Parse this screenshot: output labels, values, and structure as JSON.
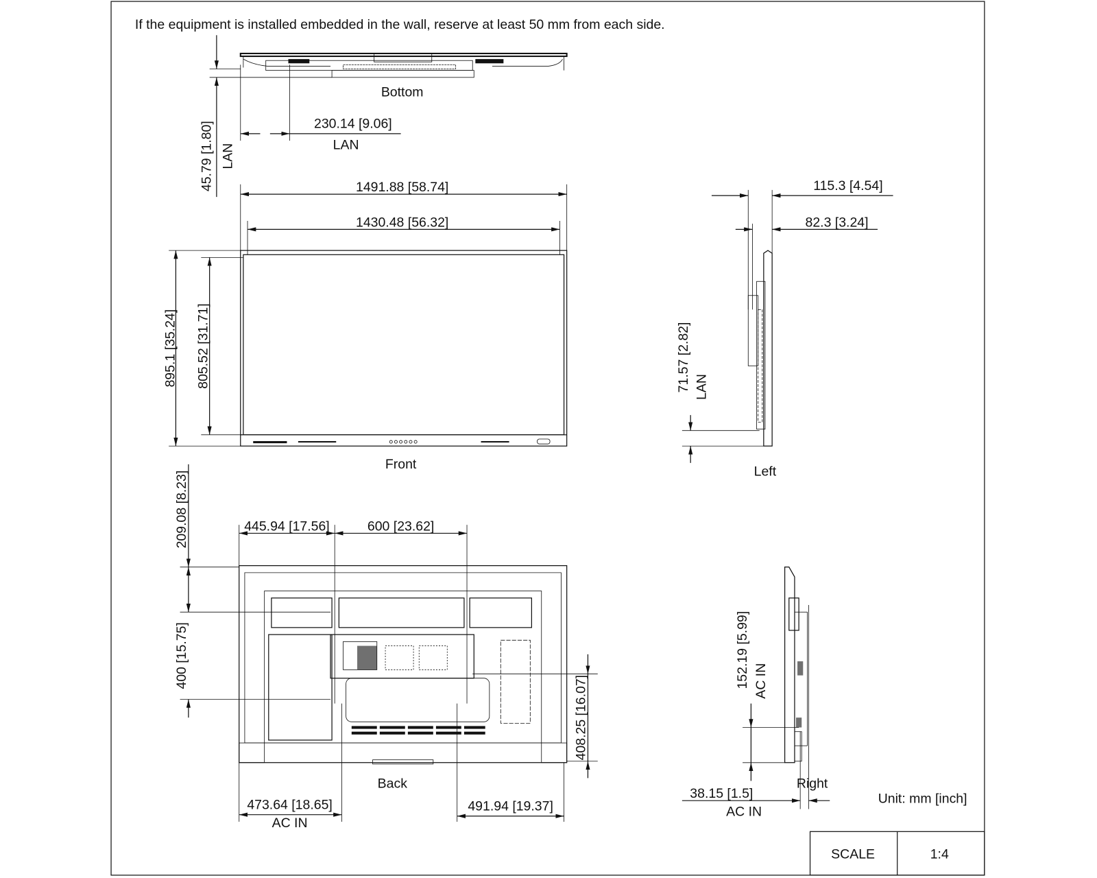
{
  "note": "If the equipment is installed embedded in the wall,  reserve at least 50 mm from each side.",
  "views": {
    "bottom": {
      "label": "Bottom",
      "dim_height": "45.79 [1.80]",
      "dim_height_tag": "LAN",
      "dim_lan": "230.14 [9.06]",
      "dim_lan_tag": "LAN"
    },
    "front": {
      "label": "Front",
      "dim_width_outer": "1491.88   [58.74]",
      "dim_width_inner": "1430.48   [56.32]",
      "dim_height_outer": "895.1   [35.24]",
      "dim_height_inner": "805.52   [31.71]"
    },
    "left": {
      "label": "Left",
      "dim_depth_outer": "115.3  [4.54]",
      "dim_depth_inner": "82.3   [3.24]",
      "dim_lan": "71.57   [2.82]",
      "dim_lan_tag": "LAN"
    },
    "back": {
      "label": "Back",
      "dim_top": "209.08   [8.23]",
      "dim_vesa_v": "400   [15.75]",
      "dim_left": "445.94   [17.56]",
      "dim_vesa_h": "600   [23.62]",
      "dim_bottom": "408.25   [16.07]",
      "dim_acin_left": "473.64   [18.65]",
      "dim_acin_left_tag": "AC IN",
      "dim_right": "491.94   [19.37]"
    },
    "right": {
      "label": "Right",
      "dim_acin_height": "152.19   [5.99]",
      "dim_acin_height_tag": "AC IN",
      "dim_acin_depth": "38.15   [1.5]",
      "dim_acin_depth_tag": "AC IN"
    }
  },
  "unit": "Unit: mm [inch]",
  "scale": {
    "label": "SCALE",
    "value": "1:4"
  }
}
